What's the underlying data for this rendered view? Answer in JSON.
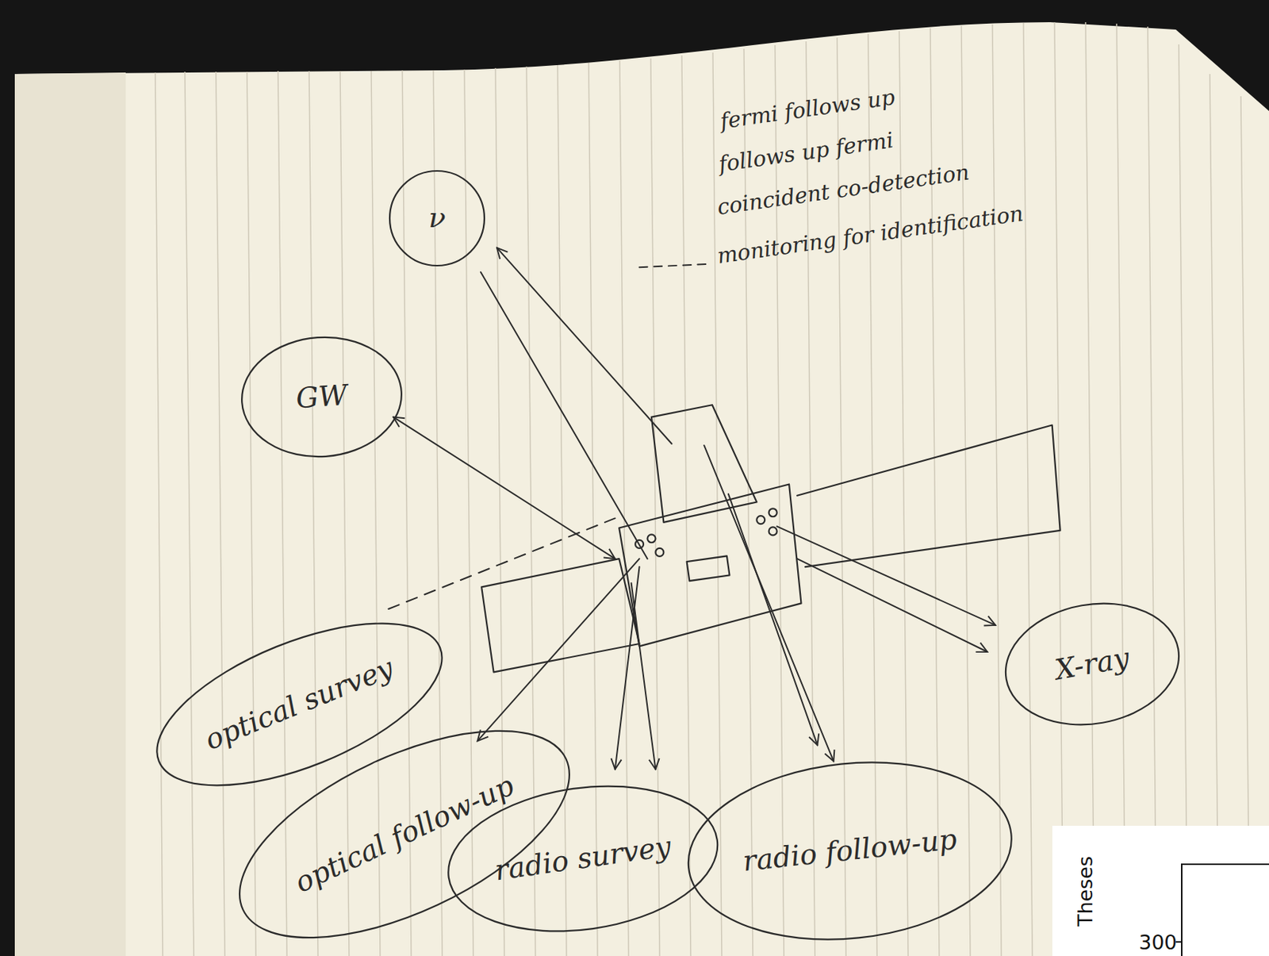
{
  "diagram": {
    "nodes": [
      {
        "text": [
          "ν"
        ]
      },
      {
        "text": [
          "GW"
        ]
      },
      {
        "text": [
          "X-ray"
        ]
      },
      {
        "text": [
          "optical survey"
        ]
      },
      {
        "text": [
          "optical follow-up"
        ]
      },
      {
        "text": [
          "radio survey"
        ]
      },
      {
        "text": [
          "radio follow-up"
        ]
      }
    ],
    "labels": [
      "fermi follows up",
      "follows up fermi",
      "coincident co-detection",
      "monitoring for identification",
      "Theses",
      "300"
    ]
  }
}
